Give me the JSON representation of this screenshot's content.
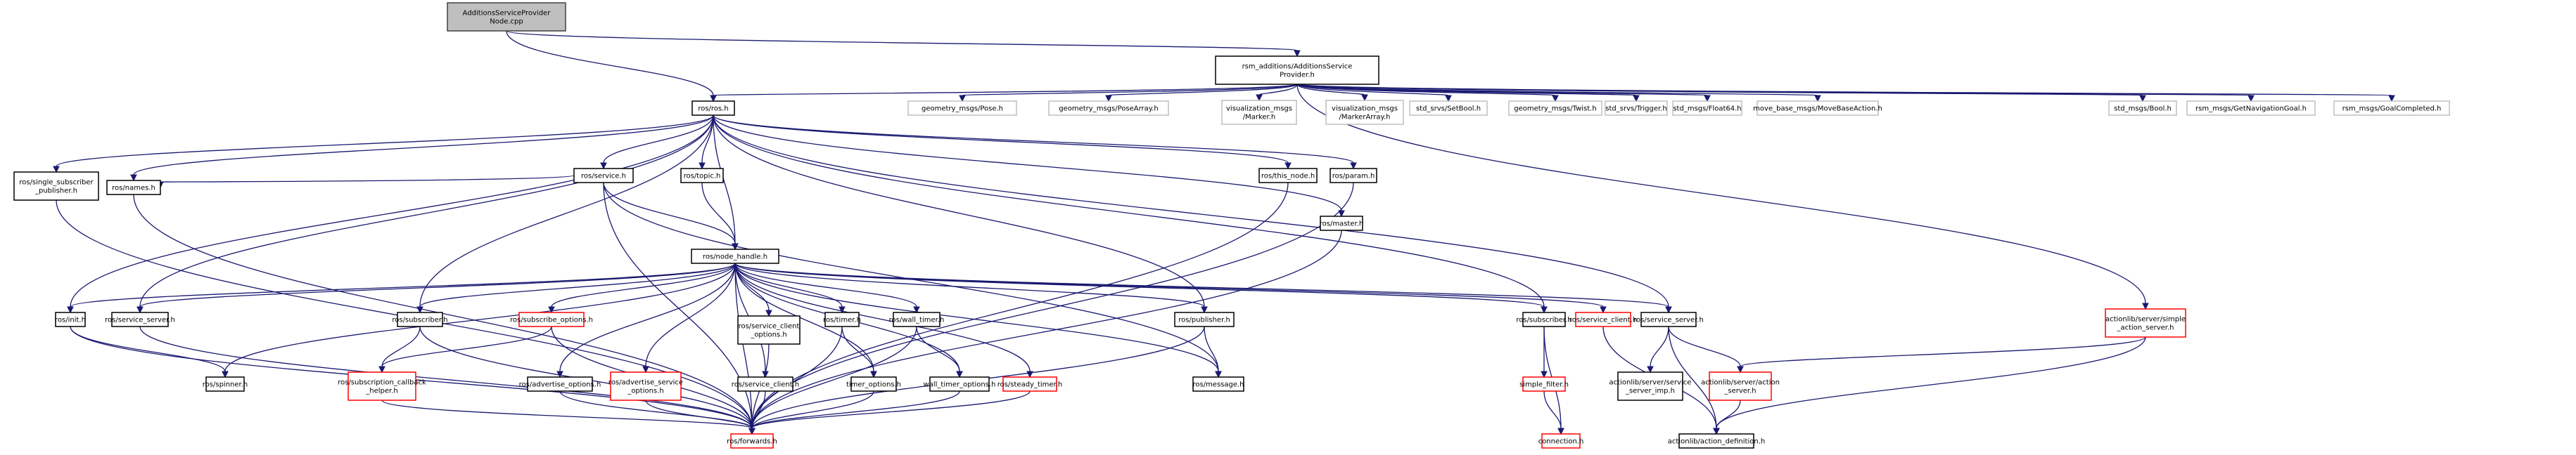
{
  "title": "AdditionsServiceProviderNode.cpp include dependency graph",
  "colors": {
    "edge": "#191970",
    "root_fill": "#bfbfbf",
    "normal_border": "#000000",
    "truncated_border": "#ff0000",
    "external_border": "#bfbfbf"
  },
  "nodes": {
    "root": {
      "lines": [
        "AdditionsServiceProvider",
        "Node.cpp"
      ],
      "kind": "root"
    },
    "provider": {
      "lines": [
        "rsm_additions/AdditionsService",
        "Provider.h"
      ],
      "kind": "normal"
    },
    "ros": {
      "lines": [
        "ros/ros.h"
      ],
      "kind": "normal"
    },
    "pose": {
      "lines": [
        "geometry_msgs/Pose.h"
      ],
      "kind": "external"
    },
    "posearray": {
      "lines": [
        "geometry_msgs/PoseArray.h"
      ],
      "kind": "external"
    },
    "marker": {
      "lines": [
        "visualization_msgs",
        "/Marker.h"
      ],
      "kind": "external"
    },
    "markerarray": {
      "lines": [
        "visualization_msgs",
        "/MarkerArray.h"
      ],
      "kind": "external"
    },
    "setbool": {
      "lines": [
        "std_srvs/SetBool.h"
      ],
      "kind": "external"
    },
    "twist": {
      "lines": [
        "geometry_msgs/Twist.h"
      ],
      "kind": "external"
    },
    "trigger": {
      "lines": [
        "std_srvs/Trigger.h"
      ],
      "kind": "external"
    },
    "float64": {
      "lines": [
        "std_msgs/Float64.h"
      ],
      "kind": "external"
    },
    "movebase": {
      "lines": [
        "move_base_msgs/MoveBaseAction.h"
      ],
      "kind": "external"
    },
    "bool": {
      "lines": [
        "std_msgs/Bool.h"
      ],
      "kind": "external"
    },
    "getnav": {
      "lines": [
        "rsm_msgs/GetNavigationGoal.h"
      ],
      "kind": "external"
    },
    "goalcompleted": {
      "lines": [
        "rsm_msgs/GoalCompleted.h"
      ],
      "kind": "external"
    },
    "service": {
      "lines": [
        "ros/service.h"
      ],
      "kind": "normal"
    },
    "topic": {
      "lines": [
        "ros/topic.h"
      ],
      "kind": "normal"
    },
    "thisnode": {
      "lines": [
        "ros/this_node.h"
      ],
      "kind": "normal"
    },
    "param": {
      "lines": [
        "ros/param.h"
      ],
      "kind": "normal"
    },
    "singlesub": {
      "lines": [
        "ros/single_subscriber",
        "_publisher.h"
      ],
      "kind": "normal"
    },
    "names": {
      "lines": [
        "ros/names.h"
      ],
      "kind": "normal"
    },
    "nodehandle": {
      "lines": [
        "ros/node_handle.h"
      ],
      "kind": "normal"
    },
    "master": {
      "lines": [
        "ros/master.h"
      ],
      "kind": "normal"
    },
    "init": {
      "lines": [
        "ros/init.h"
      ],
      "kind": "normal"
    },
    "serviceserver1": {
      "lines": [
        "ros/service_server.h"
      ],
      "kind": "normal"
    },
    "subscriber1": {
      "lines": [
        "ros/subscriber.h"
      ],
      "kind": "normal"
    },
    "subopts": {
      "lines": [
        "ros/subscribe_options.h"
      ],
      "kind": "truncated"
    },
    "svcclientopts": {
      "lines": [
        "ros/service_client",
        "_options.h"
      ],
      "kind": "normal"
    },
    "timer": {
      "lines": [
        "ros/timer.h"
      ],
      "kind": "normal"
    },
    "walltimer": {
      "lines": [
        "ros/wall_timer.h"
      ],
      "kind": "normal"
    },
    "publisher": {
      "lines": [
        "ros/publisher.h"
      ],
      "kind": "normal"
    },
    "subscriber2": {
      "lines": [
        "ros/subscriber.h"
      ],
      "kind": "normal"
    },
    "serviceclient2": {
      "lines": [
        "ros/service_client.h"
      ],
      "kind": "truncated"
    },
    "serviceserver2": {
      "lines": [
        "ros/service_server.h"
      ],
      "kind": "normal"
    },
    "simpleactionserver": {
      "lines": [
        "actionlib/server/simple",
        "_action_server.h"
      ],
      "kind": "truncated"
    },
    "spinner": {
      "lines": [
        "ros/spinner.h"
      ],
      "kind": "normal"
    },
    "subcbhelper": {
      "lines": [
        "ros/subscription_callback",
        "_helper.h"
      ],
      "kind": "truncated"
    },
    "advopts": {
      "lines": [
        "ros/advertise_options.h"
      ],
      "kind": "normal"
    },
    "advsvcopts": {
      "lines": [
        "ros/advertise_service",
        "_options.h"
      ],
      "kind": "truncated"
    },
    "serviceclient1": {
      "lines": [
        "ros/service_client.h"
      ],
      "kind": "normal"
    },
    "timeropts": {
      "lines": [
        "timer_options.h"
      ],
      "kind": "normal"
    },
    "walltimeropts": {
      "lines": [
        "wall_timer_options.h"
      ],
      "kind": "normal"
    },
    "steadytimer": {
      "lines": [
        "ros/steady_timer.h"
      ],
      "kind": "truncated"
    },
    "message": {
      "lines": [
        "ros/message.h"
      ],
      "kind": "normal"
    },
    "simplefilter": {
      "lines": [
        "simple_filter.h"
      ],
      "kind": "truncated"
    },
    "svcserverimp": {
      "lines": [
        "actionlib/server/service",
        "_server_imp.h"
      ],
      "kind": "normal"
    },
    "actionserver": {
      "lines": [
        "actionlib/server/action",
        "_server.h"
      ],
      "kind": "truncated"
    },
    "forwards": {
      "lines": [
        "ros/forwards.h"
      ],
      "kind": "truncated"
    },
    "connection": {
      "lines": [
        "connection.h"
      ],
      "kind": "truncated"
    },
    "actiondef": {
      "lines": [
        "actionlib/action_definition.h"
      ],
      "kind": "normal"
    }
  },
  "edges": [
    [
      "root",
      "ros"
    ],
    [
      "root",
      "provider"
    ],
    [
      "provider",
      "ros"
    ],
    [
      "provider",
      "pose"
    ],
    [
      "provider",
      "posearray"
    ],
    [
      "provider",
      "marker"
    ],
    [
      "provider",
      "markerarray"
    ],
    [
      "provider",
      "setbool"
    ],
    [
      "provider",
      "twist"
    ],
    [
      "provider",
      "trigger"
    ],
    [
      "provider",
      "float64"
    ],
    [
      "provider",
      "movebase"
    ],
    [
      "provider",
      "bool"
    ],
    [
      "provider",
      "getnav"
    ],
    [
      "provider",
      "goalcompleted"
    ],
    [
      "provider",
      "simpleactionserver"
    ],
    [
      "ros",
      "singlesub"
    ],
    [
      "ros",
      "names"
    ],
    [
      "ros",
      "service"
    ],
    [
      "ros",
      "topic"
    ],
    [
      "ros",
      "nodehandle"
    ],
    [
      "ros",
      "thisnode"
    ],
    [
      "ros",
      "param"
    ],
    [
      "ros",
      "master"
    ],
    [
      "ros",
      "init"
    ],
    [
      "ros",
      "serviceserver1"
    ],
    [
      "ros",
      "subscriber1"
    ],
    [
      "ros",
      "publisher"
    ],
    [
      "ros",
      "subscriber2"
    ],
    [
      "ros",
      "serviceserver2"
    ],
    [
      "service",
      "names"
    ],
    [
      "service",
      "nodehandle"
    ],
    [
      "service",
      "message"
    ],
    [
      "service",
      "forwards"
    ],
    [
      "topic",
      "nodehandle"
    ],
    [
      "nodehandle",
      "init"
    ],
    [
      "nodehandle",
      "serviceserver1"
    ],
    [
      "nodehandle",
      "subscriber1"
    ],
    [
      "nodehandle",
      "subopts"
    ],
    [
      "nodehandle",
      "svcclientopts"
    ],
    [
      "nodehandle",
      "timer"
    ],
    [
      "nodehandle",
      "walltimer"
    ],
    [
      "nodehandle",
      "publisher"
    ],
    [
      "nodehandle",
      "subscriber2"
    ],
    [
      "nodehandle",
      "serviceclient2"
    ],
    [
      "nodehandle",
      "serviceserver2"
    ],
    [
      "nodehandle",
      "spinner"
    ],
    [
      "nodehandle",
      "advopts"
    ],
    [
      "nodehandle",
      "advsvcopts"
    ],
    [
      "nodehandle",
      "serviceclient1"
    ],
    [
      "nodehandle",
      "timeropts"
    ],
    [
      "nodehandle",
      "walltimeropts"
    ],
    [
      "nodehandle",
      "steadytimer"
    ],
    [
      "nodehandle",
      "message"
    ],
    [
      "nodehandle",
      "forwards"
    ],
    [
      "singlesub",
      "forwards"
    ],
    [
      "names",
      "forwards"
    ],
    [
      "master",
      "forwards"
    ],
    [
      "thisnode",
      "forwards"
    ],
    [
      "param",
      "forwards"
    ],
    [
      "init",
      "spinner"
    ],
    [
      "init",
      "forwards"
    ],
    [
      "serviceserver1",
      "forwards"
    ],
    [
      "subscriber1",
      "subcbhelper"
    ],
    [
      "subscriber1",
      "forwards"
    ],
    [
      "subopts",
      "subcbhelper"
    ],
    [
      "subopts",
      "forwards"
    ],
    [
      "subcbhelper",
      "forwards"
    ],
    [
      "advopts",
      "forwards"
    ],
    [
      "advsvcopts",
      "forwards"
    ],
    [
      "svcclientopts",
      "forwards"
    ],
    [
      "serviceclient1",
      "forwards"
    ],
    [
      "timer",
      "timeropts"
    ],
    [
      "timer",
      "forwards"
    ],
    [
      "timeropts",
      "forwards"
    ],
    [
      "walltimer",
      "walltimeropts"
    ],
    [
      "walltimer",
      "forwards"
    ],
    [
      "walltimeropts",
      "forwards"
    ],
    [
      "steadytimer",
      "forwards"
    ],
    [
      "publisher",
      "message"
    ],
    [
      "publisher",
      "forwards"
    ],
    [
      "subscriber2",
      "simplefilter"
    ],
    [
      "subscriber2",
      "connection"
    ],
    [
      "simplefilter",
      "connection"
    ],
    [
      "serviceclient2",
      "actiondef"
    ],
    [
      "serviceserver2",
      "svcserverimp"
    ],
    [
      "serviceserver2",
      "actionserver"
    ],
    [
      "serviceserver2",
      "actiondef"
    ],
    [
      "simpleactionserver",
      "actionserver"
    ],
    [
      "simpleactionserver",
      "actiondef"
    ],
    [
      "actionserver",
      "actiondef"
    ]
  ]
}
